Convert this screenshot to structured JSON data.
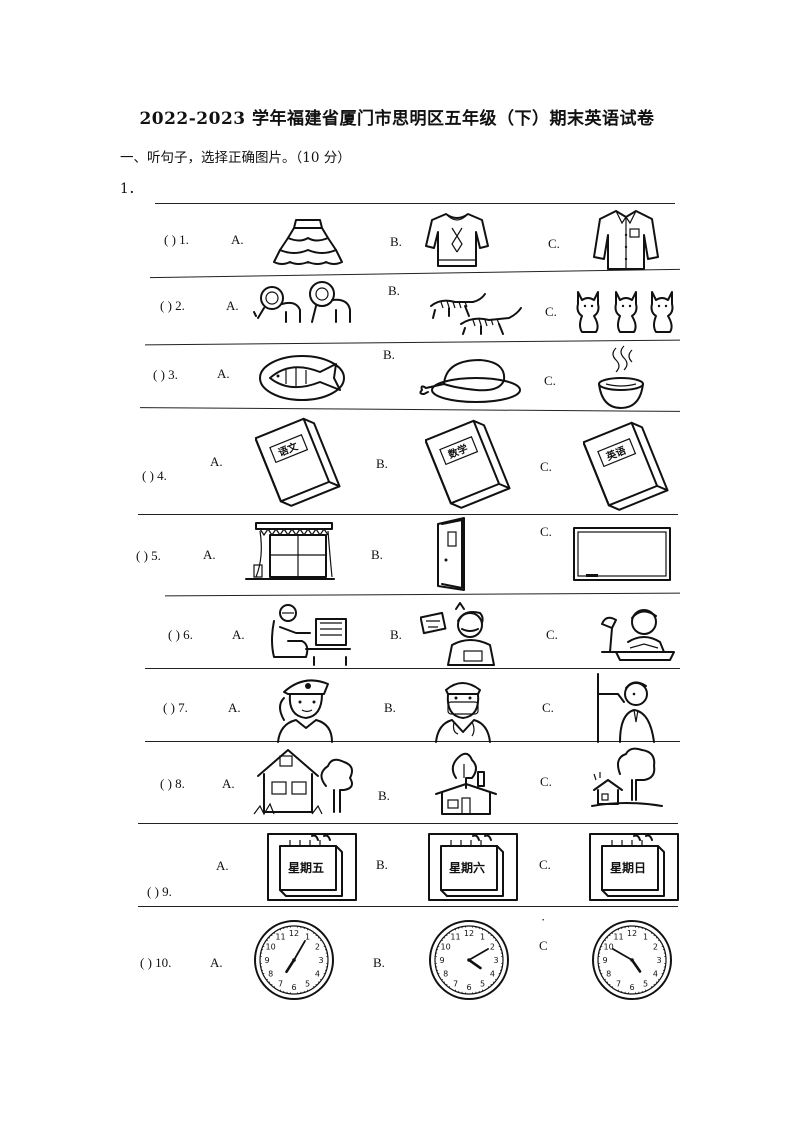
{
  "title": "2022-2023 学年福建省厦门市思明区五年级（下）期末英语试卷",
  "section_heading": "一、听句子，选择正确图片。（10 分）",
  "question_number": "1．",
  "questions": [
    {
      "label": "(    ) 1.",
      "a": "A.",
      "b": "B.",
      "c": "C.",
      "pictures": [
        "skirt-icon",
        "sweater-icon",
        "shirt-icon"
      ]
    },
    {
      "label": "(    ) 2.",
      "a": "A.",
      "b": "B.",
      "c": "C.",
      "pictures": [
        "lions-icon",
        "tigers-icon",
        "cats-icon"
      ]
    },
    {
      "label": "(    ) 3.",
      "a": "A.",
      "b": "B.",
      "c": "C.",
      "pictures": [
        "fish-icon",
        "chicken-icon",
        "soup-icon"
      ]
    },
    {
      "label": "(    ) 4.",
      "a": "A.",
      "b": "B.",
      "c": "C.",
      "pictures": [
        "chinese-book-icon",
        "maths-book-icon",
        "english-book-icon"
      ]
    },
    {
      "label": "(    ) 5.",
      "a": "A.",
      "b": "B.",
      "c": "C.",
      "pictures": [
        "window-icon",
        "door-icon",
        "blackboard-icon"
      ]
    },
    {
      "label": "(    ) 6.",
      "a": "A.",
      "b": "B.",
      "c": "C.",
      "pictures": [
        "computer-user-icon",
        "student-icon",
        "reading-boy-icon"
      ]
    },
    {
      "label": "(    ) 7.",
      "a": "A.",
      "b": "B.",
      "c": "C.",
      "pictures": [
        "police-officer-icon",
        "doctor-icon",
        "teacher-icon"
      ]
    },
    {
      "label": "(    ) 8.",
      "a": "A.",
      "b": "B.",
      "c": "C.",
      "pictures": [
        "big-house-icon",
        "small-house-icon",
        "tiny-house-icon"
      ]
    },
    {
      "label": "(    ) 9.",
      "a": "A.",
      "b": "B.",
      "c": "C.",
      "pictures": [
        "calendar-icon",
        "calendar-icon",
        "calendar-icon"
      ]
    },
    {
      "label": "(    ) 10.",
      "a": "A.",
      "b": "B.",
      "c": "C",
      "pictures": [
        "clock-icon",
        "clock-icon",
        "clock-icon"
      ]
    }
  ],
  "book_titles": {
    "a": "语文",
    "b": "数学",
    "c": "英语"
  },
  "calendar_days": {
    "a": "星期五",
    "b": "星期六",
    "c": "星期日"
  },
  "clock_numbers": [
    "12",
    "1",
    "2",
    "3",
    "4",
    "5",
    "6",
    "7",
    "8",
    "9",
    "10",
    "11"
  ],
  "clock_times": [
    {
      "hour": 7,
      "minute": 5
    },
    {
      "hour": 4,
      "minute": 10
    },
    {
      "hour": 4,
      "minute": 50
    }
  ]
}
